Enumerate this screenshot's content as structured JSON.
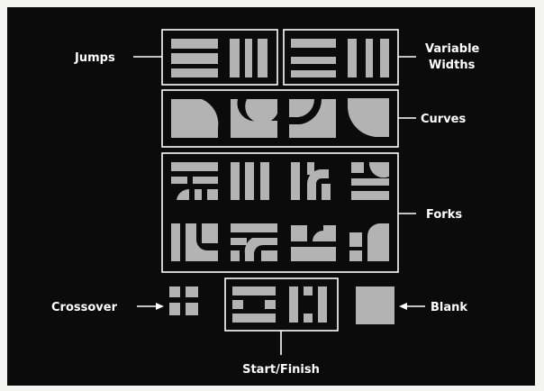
{
  "labels": {
    "jumps": "Jumps",
    "variable_widths_line1": "Variable",
    "variable_widths_line2": "Widths",
    "curves": "Curves",
    "forks": "Forks",
    "crossover": "Crossover",
    "blank": "Blank",
    "start_finish": "Start/Finish"
  },
  "colors": {
    "background": "#0b0b0b",
    "tile": "#b3b3b3",
    "outline": "#ffffff",
    "border": "#f4f4f2"
  },
  "tile_groups": {
    "jumps": [
      "jump-horizontal-tile",
      "jump-vertical-tile"
    ],
    "variable_widths": [
      "variable-width-horizontal-tile",
      "variable-width-vertical-tile"
    ],
    "curves": [
      "curve-tile-1",
      "curve-tile-2",
      "curve-tile-3",
      "curve-tile-4"
    ],
    "forks": [
      "fork-tile-1",
      "fork-tile-2",
      "fork-tile-3",
      "fork-tile-4",
      "fork-tile-5",
      "fork-tile-6",
      "fork-tile-7",
      "fork-tile-8"
    ],
    "crossover": [
      "crossover-tile"
    ],
    "start_finish": [
      "start-finish-tile-1",
      "start-finish-tile-2"
    ],
    "blank": [
      "blank-tile"
    ]
  }
}
